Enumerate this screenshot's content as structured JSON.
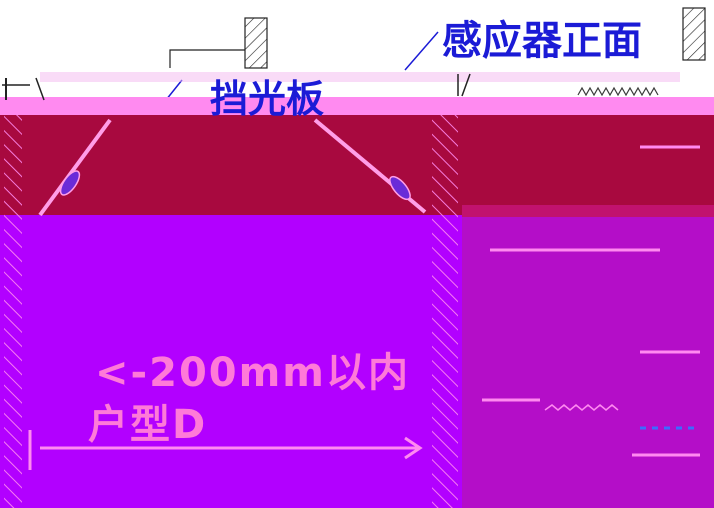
{
  "labels": {
    "sensor_front": "感应器正面",
    "baffle": "挡光板"
  },
  "dimension": {
    "text": "<-200mm以内",
    "text2": "户型D"
  },
  "colors": {
    "background": "#ffffff",
    "label_blue": "#1b1bd6",
    "band_crimson": "#a8093f",
    "band_pink": "#ff8af0",
    "panel_purple": "#b200ff",
    "panel_magenta": "#b40ec8",
    "dim_pink": "#ff7ad8",
    "line_dark": "#2a2a2a"
  },
  "icons": {
    "hatched_block": "hatched-block-icon",
    "zigzag_spring": "zigzag-spring-icon"
  }
}
